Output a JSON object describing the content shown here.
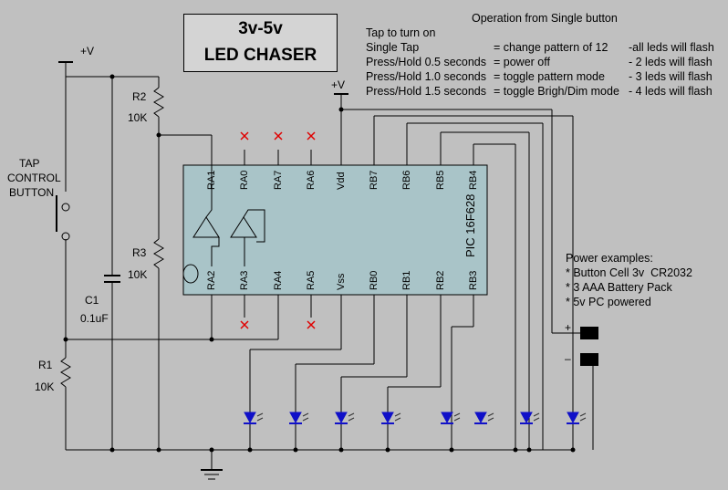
{
  "title": {
    "line1": "3v-5v",
    "line2": "LED CHASER"
  },
  "operation": {
    "heading": "Operation from Single button",
    "intro": "Tap to turn on",
    "rows": [
      {
        "action": "Single Tap",
        "result": "= change pattern of 12",
        "leds": "-all leds will flash"
      },
      {
        "action": "Press/Hold 0.5 seconds",
        "result": "= power off",
        "leds": "- 2 leds will flash"
      },
      {
        "action": "Press/Hold 1.0 seconds",
        "result": "= toggle pattern mode",
        "leds": "- 3 leds will flash"
      },
      {
        "action": "Press/Hold 1.5 seconds",
        "result": "= toggle Brigh/Dim mode",
        "leds": "- 4 leds will flash"
      }
    ]
  },
  "power": {
    "heading": "Power examples:",
    "items": [
      "* Button Cell 3v  CR2032",
      "* 3 AAA Battery Pack",
      "* 5v PC powered"
    ],
    "plus": "+",
    "minus": "–"
  },
  "components": {
    "vcc_left": "+V",
    "vcc_chip": "+V",
    "tap_button": [
      "TAP",
      "CONTROL",
      "BUTTON"
    ],
    "r2": {
      "name": "R2",
      "value": "10K"
    },
    "r3": {
      "name": "R3",
      "value": "10K"
    },
    "r1": {
      "name": "R1",
      "value": "10K"
    },
    "c1": {
      "name": "C1",
      "value": "0.1uF"
    },
    "chip": "PIC 16F628"
  },
  "pins_top": [
    "RA1",
    "RA0",
    "RA7",
    "RA6",
    "Vdd",
    "RB7",
    "RB6",
    "RB5",
    "RB4"
  ],
  "pins_bottom": [
    "RA2",
    "RA3",
    "RA4",
    "RA5",
    "Vss",
    "RB0",
    "RB1",
    "RB2",
    "RB3"
  ],
  "colors": {
    "background": "#c0c0c0",
    "chip": "#a9c4c8",
    "led": "#1010c8",
    "nc_marker": "#e00000",
    "wire": "#000000"
  }
}
